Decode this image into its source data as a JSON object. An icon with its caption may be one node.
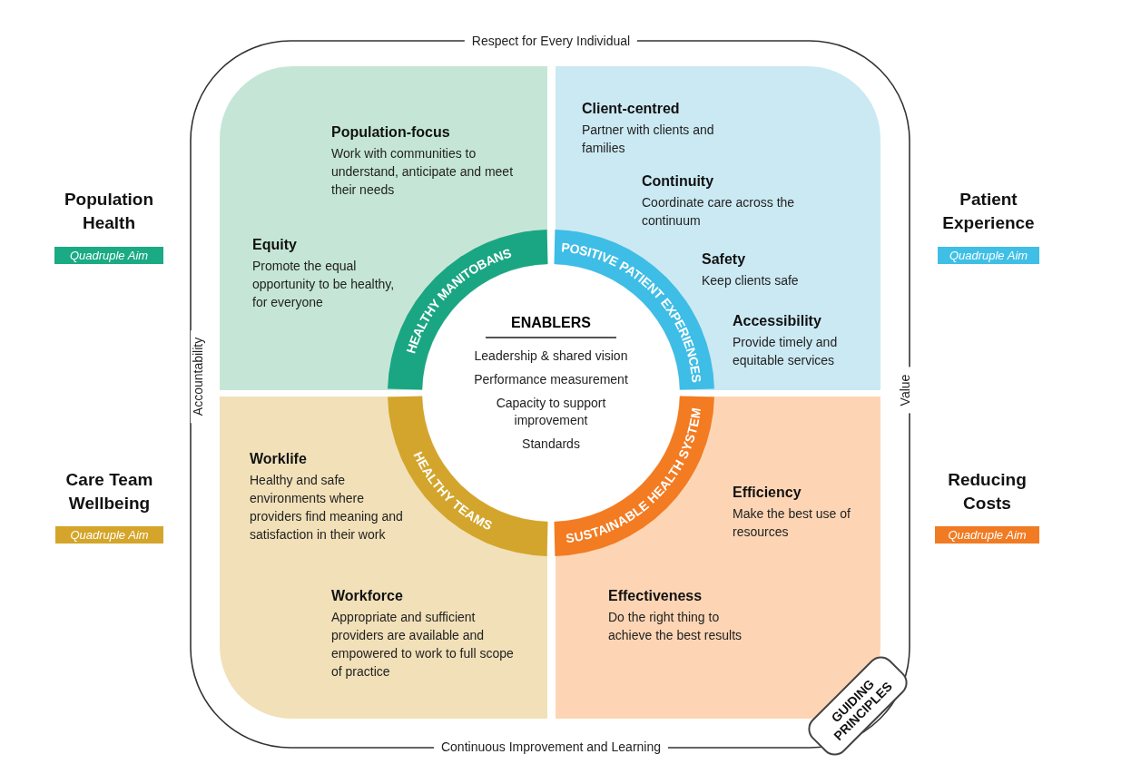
{
  "diagram": {
    "nodes": [
      {
        "text": [
          "Population-focus",
          "Work with communities to understand, anticipate and meet their needs",
          "Equity",
          "Promote the equal opportunity to be healthy, for everyone"
        ]
      },
      {
        "text": [
          "Client-centred",
          "Partner with clients and families",
          "Continuity",
          "Coordinate care across the continuum",
          "Safety",
          "Keep clients safe",
          "Accessibility",
          "Provide timely and equitable services"
        ]
      },
      {
        "text": [
          "Worklife",
          "Healthy and safe environments where providers find meaning and satisfaction in their work",
          "Workforce",
          "Appropriate and sufficient providers are available and empowered to work to full scope of practice"
        ]
      },
      {
        "text": [
          "Efficiency",
          "Make the best use of resources",
          "Effectiveness",
          "Do the right thing to achieve the best results"
        ]
      },
      {
        "text": [
          "HEALTHY MANITOBANS"
        ],
        "in": 0
      },
      {
        "text": [
          "POSITIVE PATIENT EXPERIENCES"
        ],
        "in": 1
      },
      {
        "text": [
          "HEALTHY TEAMS"
        ],
        "in": 2
      },
      {
        "text": [
          "SUSTAINABLE HEALTH SYSTEM"
        ],
        "in": 3
      },
      {
        "text": [
          "ENABLERS",
          "Leadership & shared vision",
          "Performance measurement",
          "Capacity to support improvement",
          "Standards"
        ]
      },
      {
        "text": [
          "Quadruple Aim"
        ],
        "beside": [
          "Population Health"
        ]
      },
      {
        "text": [
          "Quadruple Aim"
        ],
        "beside": [
          "Patient Experience"
        ]
      },
      {
        "text": [
          "Quadruple Aim"
        ],
        "beside": [
          "Care Team Wellbeing"
        ]
      },
      {
        "text": [
          "Quadruple Aim"
        ],
        "beside": [
          "Reducing Costs"
        ]
      },
      {
        "text": [
          "GUIDING PRINCIPLES"
        ]
      }
    ],
    "labels": [
      "Respect for Every Individual",
      "Accountability",
      "Value",
      "Continuous Improvement and Learning"
    ]
  }
}
